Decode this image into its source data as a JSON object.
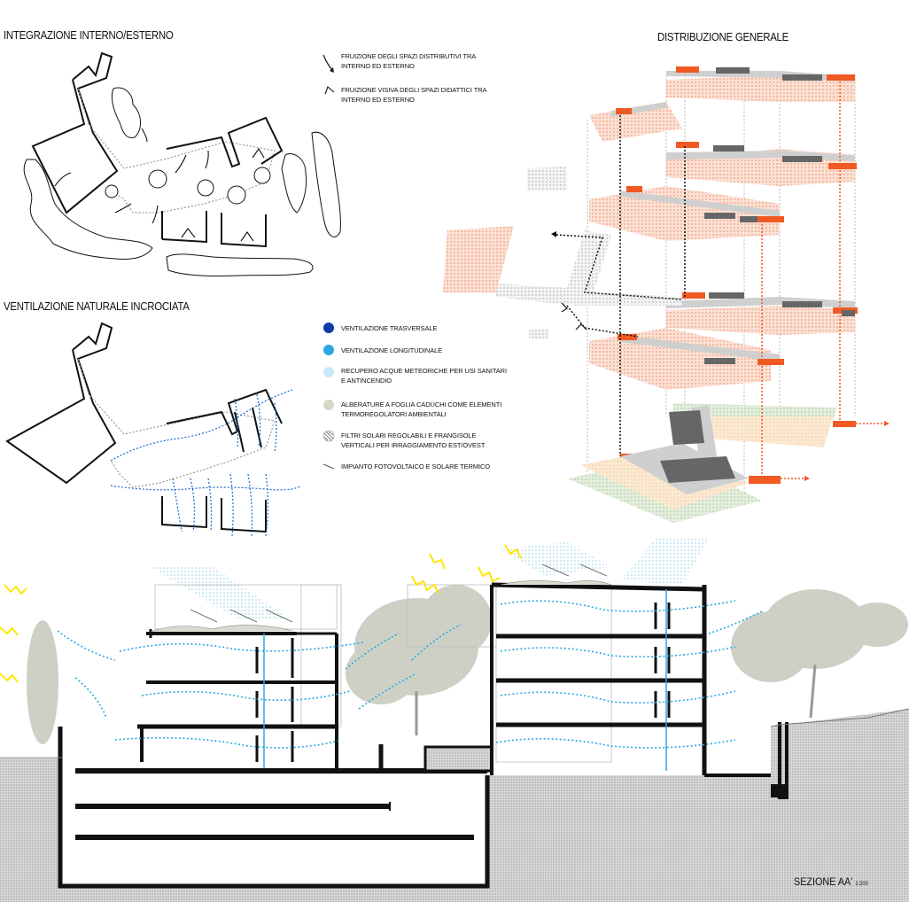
{
  "headings": {
    "integration": "INTEGRAZIONE INTERNO/ESTERNO",
    "distribution": "DISTRIBUZIONE  GENERALE",
    "ventilation": "VENTILAZIONE NATURALE INCROCIATA"
  },
  "legend_integration": [
    {
      "icon": "curved-arrow-icon",
      "text": "FRUIZIONE DEGLI SPAZI DISTRIBUTIVI TRA INTERNO ED ESTERNO"
    },
    {
      "icon": "chevron-caret-icon",
      "text": "FRUIZIONE VISIVA DEGLI SPAZI DIDATTICI TRA INTERNO ED ESTERNO"
    }
  ],
  "legend_ventilation": [
    {
      "icon": "dark-blue-dot-icon",
      "color": "#0a3ea8",
      "text": "VENTILAZIONE TRASVERSALE"
    },
    {
      "icon": "light-blue-dot-icon",
      "color": "#2aa8e0",
      "text": "VENTILAZIONE LONGITUDINALE"
    },
    {
      "icon": "pale-blue-dot-icon",
      "color": "#c9e9fb",
      "text": "RECUPERO ACQUE METEORICHE PER USI SANITARI E ANTINCENDIO"
    },
    {
      "icon": "grey-dot-icon",
      "color": "#d4d6c8",
      "text": "ALBERATURE A FOGLIA CADUCHI COME  ELEMENTI TERMOREGOLATORI AMBIENTALI"
    },
    {
      "icon": "hatched-dot-icon",
      "color": "#555555",
      "text": "FILTRI SOLARI REGOLABILI E FRANGISOLE VERTICALI PER IRRAGGIAMENTO EST/OVEST"
    },
    {
      "icon": "solar-line-icon",
      "color": "#555555",
      "text": "IMPIANTO FOTOVOLTAICO E SOLARE TERMICO"
    }
  ],
  "section": {
    "title": "SEZIONE AA'",
    "scale": "1:200"
  },
  "colors": {
    "ink": "#111111",
    "orange": "#f05a22",
    "salmon": "#f6b9a0",
    "grey_slab": "#c8c8c8",
    "vent_blue": "#2aa8e0",
    "sun_yellow": "#ffe600",
    "tree_grey": "#c9cbc0",
    "ground_hatch": "#bdbdbd",
    "green": "#cfe0c6",
    "beige": "#f7d9b3"
  }
}
